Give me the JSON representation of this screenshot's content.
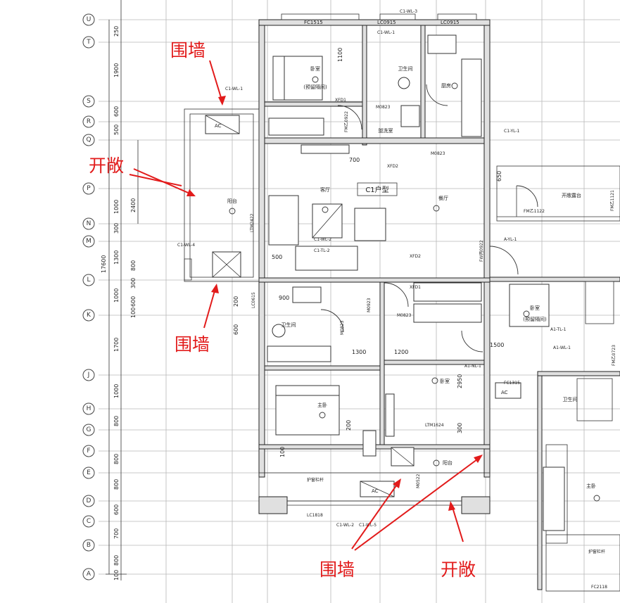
{
  "grid_axes": [
    "U",
    "T",
    "S",
    "R",
    "Q",
    "P",
    "N",
    "M",
    "L",
    "K",
    "J",
    "H",
    "G",
    "F",
    "E",
    "D",
    "C",
    "B",
    "A"
  ],
  "dimensions": {
    "outer_total": "17600",
    "segments": [
      "250",
      "1900",
      "600",
      "500",
      "2400",
      "300",
      "800",
      "1000",
      "1700",
      "1000",
      "800",
      "800",
      "600",
      "700",
      "800",
      "100"
    ],
    "secondary": [
      "1000",
      "1300",
      "300",
      "600",
      "100"
    ],
    "misc": [
      "500",
      "900",
      "1100",
      "700",
      "650",
      "1300",
      "1200",
      "1500",
      "2950",
      "300",
      "100",
      "200",
      "200",
      "600"
    ]
  },
  "unit_label": "C1户型",
  "rooms": {
    "bedroom_top": "卧室",
    "bedroom_top_sub": "(预留隔间)",
    "bathroom_top": "卫生间",
    "kitchen": "厨房",
    "laundry": "盥洗室",
    "living": "客厅",
    "dining": "餐厅",
    "balcony_left": "阳台",
    "bathroom_mid": "卫生间",
    "master": "主卧",
    "bedroom_right": "卧室",
    "balcony_bottom": "阳台",
    "open_balcony": "开敞露台",
    "neighbor_bedroom": "卧室",
    "neighbor_bedroom_sub": "(预留隔间)",
    "neighbor_bath": "卫生间",
    "neighbor_master": "主卧"
  },
  "labels": {
    "fc1515": "FC1515",
    "lc0915_a": "LC0915",
    "lc0915_b": "LC0915",
    "c1wl1_top": "C1-WL-1",
    "c1wl3": "C1-WL-3",
    "c1wl1_side": "C1-WL-1",
    "c1yl1": "C1-YL-1",
    "xfd1_top": "XFD1",
    "m0823_a": "M0823",
    "m0823_b": "M0823",
    "fm0922": "FM乙0922",
    "xfd2_a": "XFD2",
    "ltm2422": "LTM2422",
    "fm1122": "FM乙1122",
    "fm1121": "FM乙1121",
    "a1yl1_top": "A-YL-1",
    "fw0922": "FW丙0922",
    "c1wl2": "C1-WL-2",
    "c1tl2": "C1-TL-2",
    "c1wl4": "C1-WL-4",
    "xfd2_b": "XFD2",
    "xfd1_mid": "XFD1",
    "lc0615": "LC0615",
    "m0923": "M0923",
    "m0823_c": "M0823",
    "m0823_d": "M0823",
    "a1tl1": "A1-TL-1",
    "a1wl1": "A1-WL-1",
    "a1nl1": "A1-NL-1",
    "fc1315": "FC1315",
    "ltm1624": "LTM1624",
    "m0522": "M0522",
    "guard_rail_a": "护窗栏杆",
    "guard_rail_b": "护窗栏杆",
    "lc1818": "LC1818",
    "c1wl2_b": "C1-WL-2",
    "c1wl5": "C1-WL-5",
    "fc2118": "FC2118",
    "fm0723": "FM乙0723",
    "ac": "AC"
  },
  "annotations": {
    "wall_top": "围墙",
    "open_left": "开敞",
    "wall_mid": "围墙",
    "wall_bottom": "围墙",
    "open_bottom": "开敞"
  },
  "colors": {
    "annotation": "#e21b1b",
    "line": "#222222",
    "grid": "#b8b8b8"
  }
}
